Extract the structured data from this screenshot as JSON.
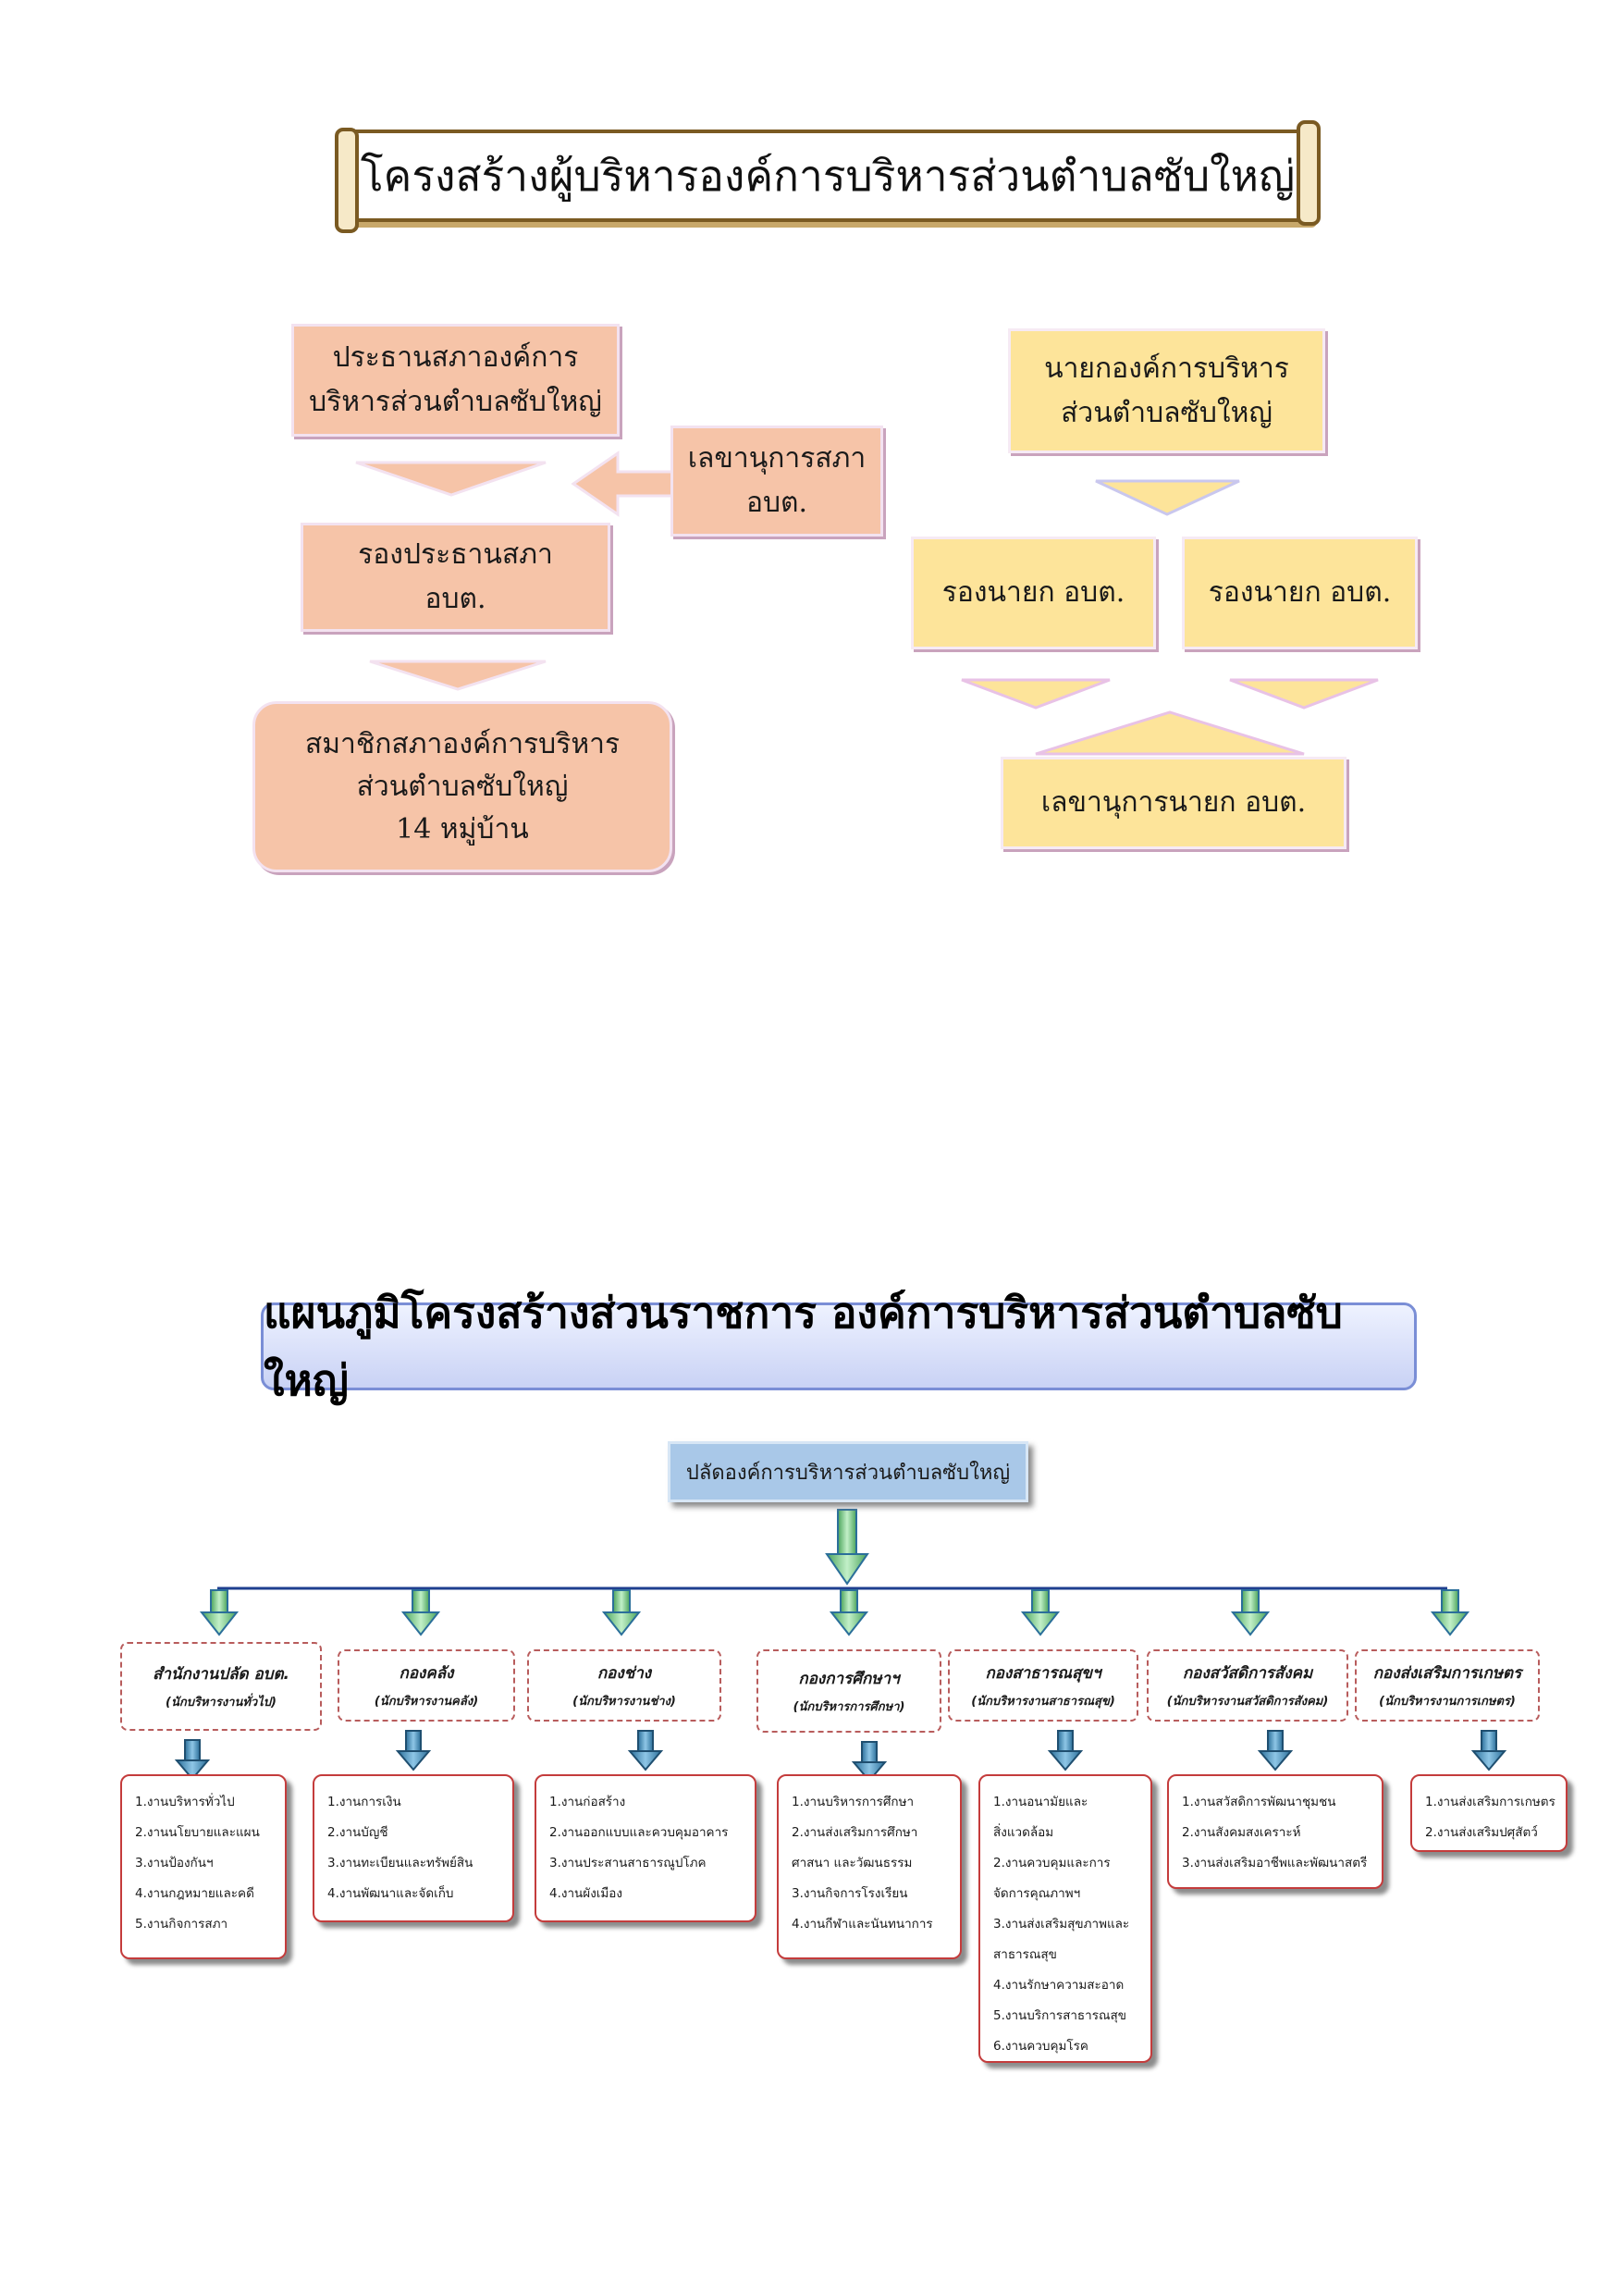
{
  "title1": "โครงสร้างผู้บริหารองค์การบริหารส่วนตำบลซับใหญ่",
  "council": {
    "president": "ประธานสภาองค์การ\nบริหารส่วนตำบลซับใหญ่",
    "secretary": "เลขานุการสภา\nอบต.",
    "vice_president": "รองประธานสภา\nอบต.",
    "members": "สมาชิกสภาองค์การบริหาร\nส่วนตำบลซับใหญ่\n14   หมู่บ้าน"
  },
  "executive": {
    "mayor": "นายกองค์การบริหาร\nส่วนตำบลซับใหญ่",
    "deputy1": "รองนายก อบต.",
    "deputy2": "รองนายก อบต.",
    "secretary": "เลขานุการนายก อบต."
  },
  "title2": "แผนภูมิโครงสร้างส่วนราชการ องค์การบริหารส่วนตำบลซับใหญ่",
  "chief": "ปลัดองค์การบริหารส่วนตำบลซับใหญ่",
  "departments": [
    {
      "title": "สำนักงานปลัด อบต.",
      "subtitle": "(นักบริหารงานทั่วไป)",
      "tasks": [
        "1.งานบริหารทั่วไป",
        "2.งานนโยบายและแผน",
        "3.งานป้องกันฯ",
        "4.งานกฎหมายและคดี",
        "5.งานกิจการสภา"
      ]
    },
    {
      "title": "กองคลัง",
      "subtitle": "(นักบริหารงานคลัง)",
      "tasks": [
        "1.งานการเงิน",
        "2.งานบัญชี",
        "3.งานทะเบียนและทรัพย์สิน",
        "4.งานพัฒนาและจัดเก็บ"
      ]
    },
    {
      "title": "กองช่าง",
      "subtitle": "(นักบริหารงานช่าง)",
      "tasks": [
        "1.งานก่อสร้าง",
        "2.งานออกแบบและควบคุมอาคาร",
        "3.งานประสานสาธารณูปโภค",
        "4.งานผังเมือง"
      ]
    },
    {
      "title": "กองการศึกษาฯ",
      "subtitle": "(นักบริหารการศึกษา)",
      "tasks": [
        "1.งานบริหารการศึกษา",
        "2.งานส่งเสริมการศึกษา",
        "ศาสนา และวัฒนธรรม",
        "3.งานกิจการโรงเรียน",
        "4.งานกีฬาและนันทนาการ"
      ]
    },
    {
      "title": "กองสาธารณสุขฯ",
      "subtitle": "(นักบริหารงานสาธารณสุข)",
      "tasks": [
        "1.งานอนามัยและ",
        "สิ่งแวดล้อม",
        "2.งานควบคุมและการ",
        "จัดการคุณภาพฯ",
        "3.งานส่งเสริมสุขภาพและ",
        "สาธารณสุข",
        "4.งานรักษาความสะอาด",
        "5.งานบริการสาธารณสุข",
        "6.งานควบคุมโรค"
      ]
    },
    {
      "title": "กองสวัสดิการสังคม",
      "subtitle": "(นักบริหารงานสวัสดิการสังคม)",
      "tasks": [
        "1.งานสวัสดิการพัฒนาชุมชน",
        "2.งานสังคมสงเคราะห์",
        "3.งานส่งเสริมอาชีพและพัฒนาสตรี"
      ]
    },
    {
      "title": "กองส่งเสริมการเกษตร",
      "subtitle": "(นักบริหารงานการเกษตร)",
      "tasks": [
        "1.งานส่งเสริมการเกษตร",
        "2.งานส่งเสริมปศุสัตว์"
      ]
    }
  ],
  "colors": {
    "council_box": "#f6c4a8",
    "executive_box": "#fde49a",
    "arrow_green": "#7fd18a",
    "arrow_blue": "#4d8fb3",
    "line": "#1f3f8f"
  }
}
